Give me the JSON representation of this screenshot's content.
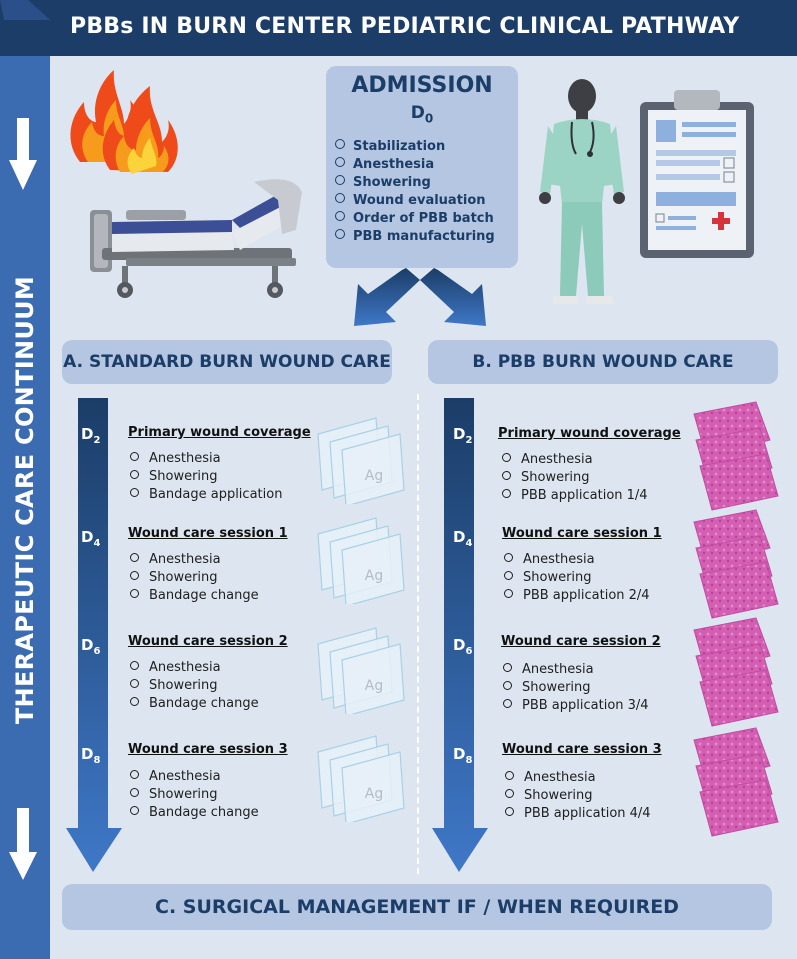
{
  "title": "PBBs IN BURN CENTER PEDIATRIC CLINICAL PATHWAY",
  "side_label": "THERAPEUTIC CARE CONTINUUM",
  "colors": {
    "navy": "#1b3d67",
    "panel": "#b4c6e1",
    "background": "#dde6f0",
    "arrow_top": "#1b3d67",
    "arrow_bottom": "#3f78c8",
    "pbb_pink": "#d45fb2"
  },
  "admission": {
    "title": "ADMISSION",
    "day": "D",
    "day_sub": "0",
    "items": [
      "Stabilization",
      "Anesthesia",
      "Showering",
      "Wound evaluation",
      "Order of PBB batch",
      "PBB manufacturing"
    ]
  },
  "illustrations": [
    "fire-icon",
    "hospital-bed-icon",
    "doctor-icon",
    "clipboard-icon"
  ],
  "column_a": {
    "heading": "A. STANDARD BURN WOUND CARE",
    "bandage_label": "Ag",
    "steps": [
      {
        "day": "D",
        "day_sub": "2",
        "title": "Primary wound coverage",
        "items": [
          "Anesthesia",
          "Showering",
          "Bandage application"
        ]
      },
      {
        "day": "D",
        "day_sub": "4",
        "title": "Wound care session 1",
        "items": [
          "Anesthesia",
          "Showering",
          "Bandage change"
        ]
      },
      {
        "day": "D",
        "day_sub": "6",
        "title": "Wound care session 2",
        "items": [
          "Anesthesia",
          "Showering",
          "Bandage change"
        ]
      },
      {
        "day": "D",
        "day_sub": "8",
        "title": "Wound care session 3",
        "items": [
          "Anesthesia",
          "Showering",
          "Bandage change"
        ]
      }
    ]
  },
  "column_b": {
    "heading": "B. PBB BURN WOUND CARE",
    "steps": [
      {
        "day": "D",
        "day_sub": "2",
        "title": "Primary wound coverage",
        "items": [
          "Anesthesia",
          "Showering",
          "PBB application 1/4"
        ]
      },
      {
        "day": "D",
        "day_sub": "4",
        "title": "Wound care session 1",
        "items": [
          "Anesthesia",
          "Showering",
          "PBB application 2/4"
        ]
      },
      {
        "day": "D",
        "day_sub": "6",
        "title": "Wound care session 2",
        "items": [
          "Anesthesia",
          "Showering",
          "PBB application 3/4"
        ]
      },
      {
        "day": "D",
        "day_sub": "8",
        "title": "Wound care session 3",
        "items": [
          "Anesthesia",
          "Showering",
          "PBB application 4/4"
        ]
      }
    ]
  },
  "column_c": {
    "heading": "C. SURGICAL MANAGEMENT IF / WHEN REQUIRED"
  }
}
